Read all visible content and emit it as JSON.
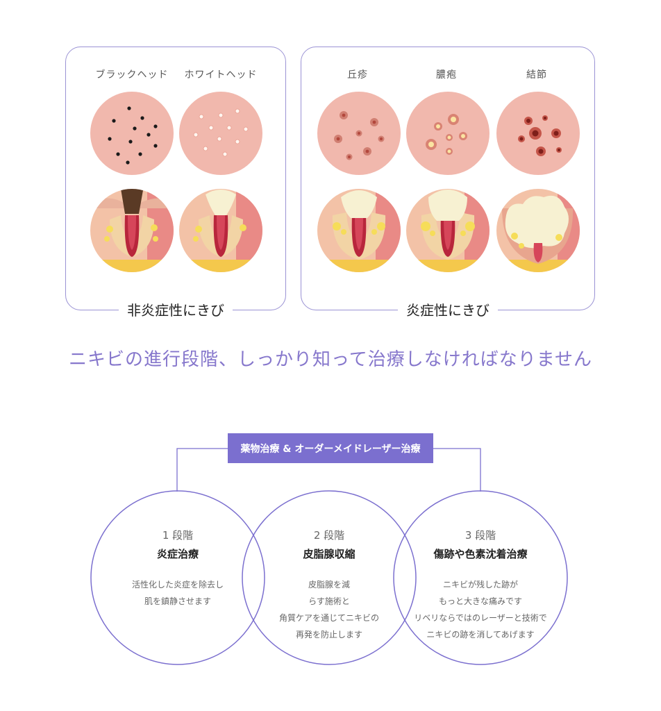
{
  "left_panel": {
    "title": "非炎症性にきび",
    "labels": [
      "ブラックヘッド",
      "ホワイトヘッド"
    ]
  },
  "right_panel": {
    "title": "炎症性にきび",
    "labels": [
      "丘疹",
      "膿疱",
      "結節"
    ]
  },
  "headline": "ニキビの進行段階、しっかり知って治療しなければなりません",
  "treatment_tag": "薬物治療 & オーダーメイドレーザー治療",
  "steps": [
    {
      "number": "1 段階",
      "name": "炎症治療",
      "desc": [
        "活性化した炎症を除去し",
        "肌を鎮静させます"
      ]
    },
    {
      "number": "2 段階",
      "name": "皮脂腺収縮",
      "desc": [
        "皮脂腺を減",
        "らす施術と",
        "角質ケアを通じてニキビの",
        "再発を防止します"
      ]
    },
    {
      "number": "3 段階",
      "name": "傷跡や色素沈着治療",
      "desc": [
        "ニキビが残した跡が",
        "もっと大きな痛みです",
        "リベリならではのレーザーと技術で",
        "ニキビの跡を消してあげます"
      ]
    }
  ],
  "colors": {
    "accent": "#7b6fcf",
    "headline": "#8677cc",
    "skin": "#f1b8ad"
  }
}
